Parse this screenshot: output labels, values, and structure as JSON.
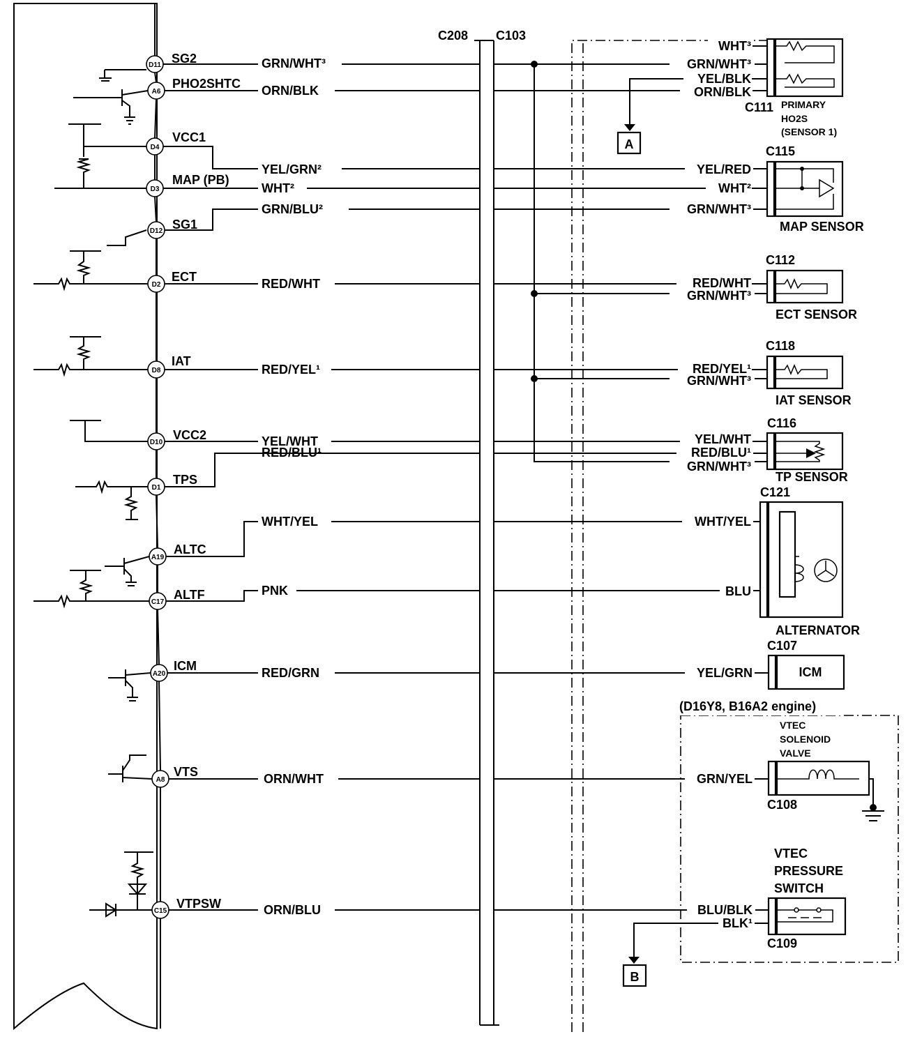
{
  "diagram": {
    "harness_connectors": {
      "left": "C208",
      "right": "C103"
    },
    "ecm_pins": [
      {
        "pin": "D11",
        "label": "SG2"
      },
      {
        "pin": "A6",
        "label": "PHO2SHTC"
      },
      {
        "pin": "D4",
        "label": "VCC1"
      },
      {
        "pin": "D3",
        "label": "MAP (PB)"
      },
      {
        "pin": "D12",
        "label": "SG1"
      },
      {
        "pin": "D2",
        "label": "ECT"
      },
      {
        "pin": "D8",
        "label": "IAT"
      },
      {
        "pin": "D10",
        "label": "VCC2"
      },
      {
        "pin": "D1",
        "label": "TPS"
      },
      {
        "pin": "A19",
        "label": "ALTC"
      },
      {
        "pin": "C17",
        "label": "ALTF"
      },
      {
        "pin": "A20",
        "label": "ICM"
      },
      {
        "pin": "A8",
        "label": "VTS"
      },
      {
        "pin": "C15",
        "label": "VTPSW"
      }
    ],
    "left_wires": [
      "GRN/WHT³",
      "ORN/BLK",
      "YEL/GRN²",
      "WHT²",
      "GRN/BLU²",
      "RED/WHT",
      "RED/YEL¹",
      "YEL/WHT",
      "RED/BLU¹",
      "WHT/YEL",
      "PNK",
      "RED/GRN",
      "ORN/WHT",
      "ORN/BLU"
    ],
    "right_wires": [
      "WHT³",
      "GRN/WHT³",
      "YEL/BLK",
      "ORN/BLK",
      "YEL/RED",
      "WHT²",
      "GRN/WHT³",
      "RED/WHT",
      "GRN/WHT³",
      "RED/YEL¹",
      "GRN/WHT³",
      "YEL/WHT",
      "RED/BLU¹",
      "GRN/WHT³",
      "WHT/YEL",
      "BLU",
      "YEL/GRN",
      "GRN/YEL",
      "BLU/BLK",
      "BLK¹"
    ],
    "components": {
      "ho2s": {
        "connector": "C111",
        "line1": "PRIMARY",
        "line2": "HO2S",
        "line3": "(SENSOR 1)"
      },
      "map": {
        "connector": "C115",
        "name": "MAP SENSOR"
      },
      "ect": {
        "connector": "C112",
        "name": "ECT SENSOR"
      },
      "iat": {
        "connector": "C118",
        "name": "IAT SENSOR"
      },
      "tp": {
        "connector": "C116",
        "name": "TP SENSOR"
      },
      "alt": {
        "connector": "C121",
        "name": "ALTERNATOR"
      },
      "icm": {
        "connector": "C107",
        "name": "ICM"
      },
      "vtec_valve": {
        "connector": "C108",
        "line1": "VTEC",
        "line2": "SOLENOID",
        "line3": "VALVE"
      },
      "vtec_switch": {
        "connector": "C109",
        "line1": "VTEC",
        "line2": "PRESSURE",
        "line3": "SWITCH"
      }
    },
    "engine_note": "(D16Y8, B16A2 engine)",
    "refs": {
      "a": "A",
      "b": "B"
    }
  }
}
